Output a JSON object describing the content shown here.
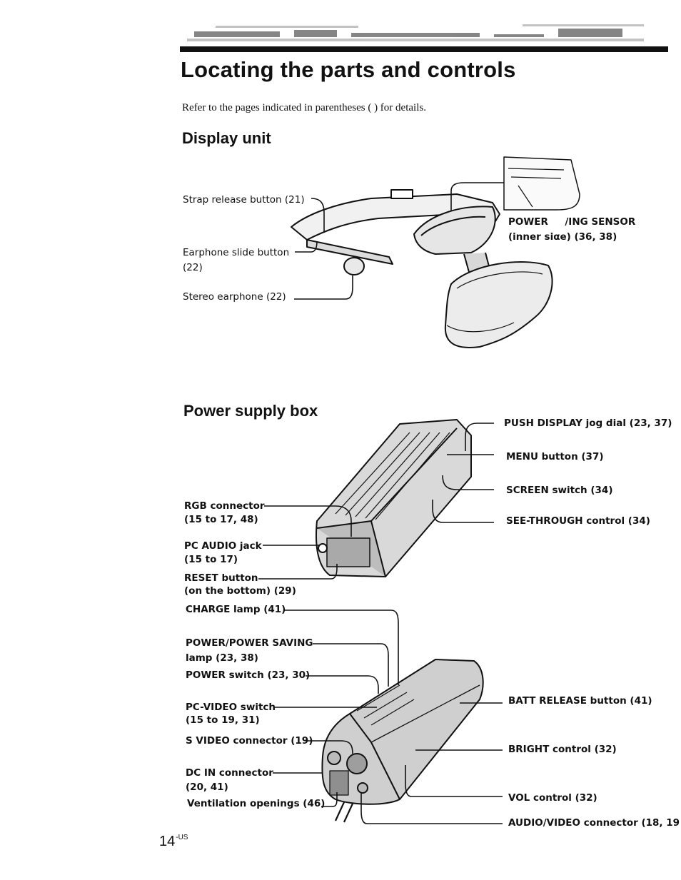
{
  "page": {
    "title": "Locating the parts and controls",
    "intro": "Refer to the pages indicated in parentheses ( ) for details.",
    "page_number": "14",
    "page_suffix": "-US"
  },
  "display_unit": {
    "heading": "Display unit",
    "labels": {
      "strap_release": "Strap release button (21)",
      "earphone_slide_1": "Earphone slide button",
      "earphone_slide_2": "(22)",
      "stereo_earphone": "Stereo earphone (22)",
      "power_saving_1": "POWER     /ING SENSOR",
      "power_saving_2": "(inner siαe) (36, 38)"
    }
  },
  "power_supply_box": {
    "heading": "Power supply box",
    "top_view_labels": {
      "push_display": "PUSH DISPLAY jog dial (23, 37)",
      "menu": "MENU button (37)",
      "screen": "SCREEN switch (34)",
      "see_through": "SEE-THROUGH control (34)",
      "rgb_1": "RGB connector",
      "rgb_2": "(15 to 17, 48)",
      "pc_audio_1": "PC AUDIO jack",
      "pc_audio_2": "(15 to 17)",
      "reset_1": "RESET button",
      "reset_2": "(on the bottom) (29)"
    },
    "bottom_view_labels": {
      "charge": "CHARGE lamp (41)",
      "power_saving_lamp_1": "POWER/POWER SAVING",
      "power_saving_lamp_2": "lamp (23, 38)",
      "power_switch": "POWER switch (23, 30)",
      "pc_video_1": "PC-VIDEO switch",
      "pc_video_2": "(15 to 19, 31)",
      "s_video": "S VIDEO connector (19)",
      "dc_in_1": "DC IN connector",
      "dc_in_2": "(20, 41)",
      "ventilation": "Ventilation openings (46)",
      "batt_release": "BATT RELEASE button (41)",
      "bright": "BRIGHT control (32)",
      "vol": "VOL control (32)",
      "audio_video": "AUDIO/VIDEO connector (18, 19"
    }
  }
}
